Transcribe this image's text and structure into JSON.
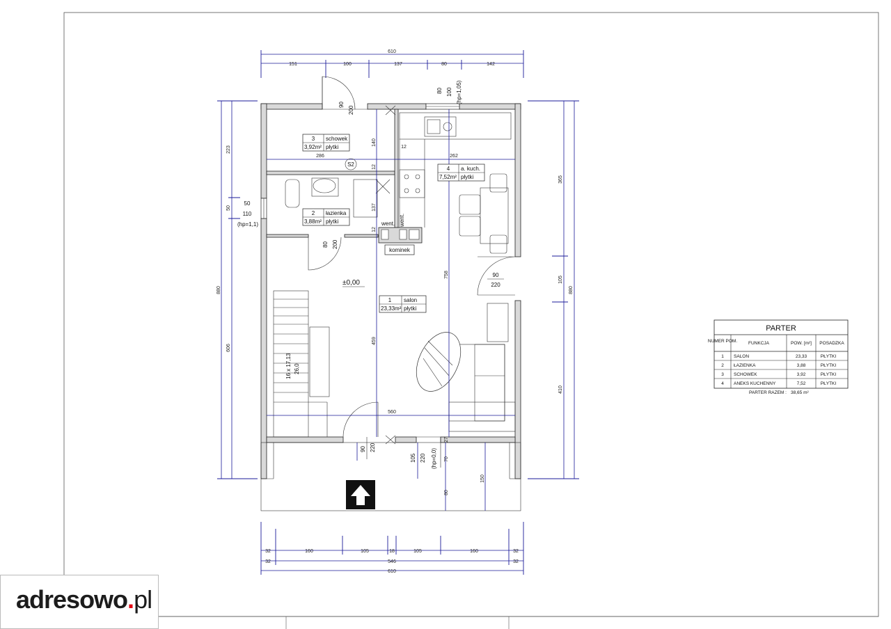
{
  "plan": {
    "level_label": "±0,00",
    "dims_top": {
      "total": "610",
      "segments": [
        "151",
        "100",
        "137",
        "80",
        "142"
      ]
    },
    "dims_bottom": {
      "row1": [
        "32",
        "160",
        "105",
        "18",
        "105",
        "160",
        "32"
      ],
      "row2": [
        "32",
        "546",
        "32"
      ],
      "total": "610"
    },
    "dims_left": {
      "total": "880",
      "segments": [
        "223",
        "50",
        "606"
      ]
    },
    "dims_right": {
      "total": "880",
      "segments": [
        "365",
        "105",
        "410"
      ]
    },
    "inner_dims": {
      "d286": "286",
      "d262": "262",
      "d140": "140",
      "d12a": "12",
      "d12b": "12",
      "d12c": "12",
      "d137": "137",
      "d459": "459",
      "d758": "758",
      "d560": "560",
      "d27": "27",
      "d70": "70",
      "d80": "80",
      "d150": "150"
    },
    "openings": {
      "door_top": [
        "90",
        "200"
      ],
      "window_top": [
        "80",
        "100",
        "(hp=1,05)"
      ],
      "window_left": [
        "50",
        "110",
        "(hp=1,1)"
      ],
      "door_bath": [
        "80",
        "200"
      ],
      "door_right": [
        "90",
        "220"
      ],
      "door_bottom": [
        "90",
        "220"
      ],
      "door_entry": [
        "105",
        "220",
        "(hp=0,0)"
      ]
    },
    "rooms": [
      {
        "num": "3",
        "name": "schowek",
        "area": "3,92m²",
        "floor": "płytki"
      },
      {
        "num": "2",
        "name": "łazienka",
        "area": "3,88m²",
        "floor": "płytki"
      },
      {
        "num": "4",
        "name": "a. kuch.",
        "area": "7,52m²",
        "floor": "płytki"
      },
      {
        "num": "1",
        "name": "salon",
        "area": "23,33m²",
        "floor": "płytki"
      }
    ],
    "annotations": {
      "went1": "went.",
      "went2": "went.",
      "kominek": "kominek",
      "stairs1": "16 x 17,13",
      "stairs2": "26,0",
      "section": "S2"
    }
  },
  "legend": {
    "title": "PARTER",
    "headers": [
      "NUMER POM.",
      "FUNKCJA",
      "POW. [m²]",
      "POSADZKA"
    ],
    "rows": [
      [
        "1",
        "SALON",
        "23,33",
        "PŁYTKI"
      ],
      [
        "2",
        "ŁAZIENKA",
        "3,88",
        "PŁYTKI"
      ],
      [
        "3",
        "SCHOWEK",
        "3,92",
        "PŁYTKI"
      ],
      [
        "4",
        "ANEKS KUCHENNY",
        "7,52",
        "PŁYTKI"
      ]
    ],
    "total_label": "PARTER RAZEM :",
    "total_value": "38,65 m²"
  },
  "watermark": {
    "brand": "adresowo",
    "dot": ".",
    "tld": "pl"
  }
}
